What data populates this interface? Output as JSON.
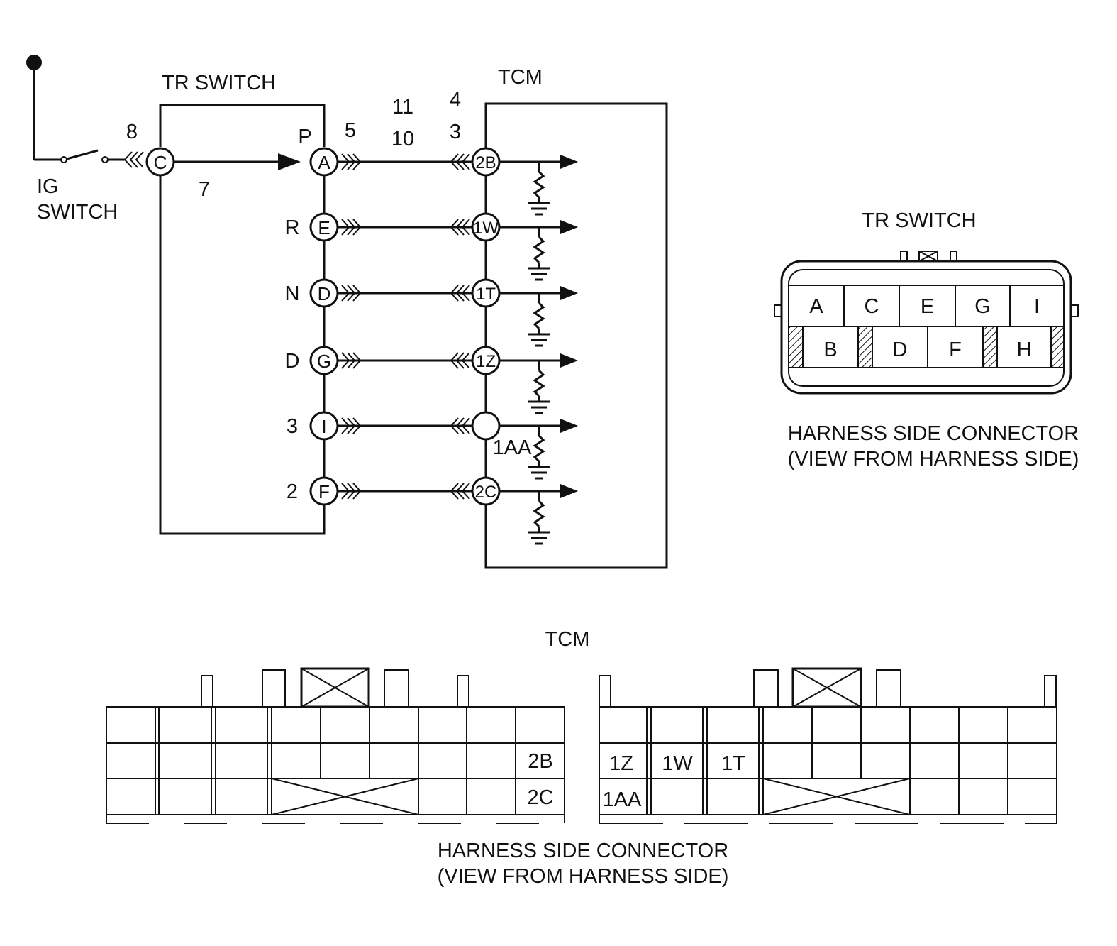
{
  "schematic": {
    "tr_switch_title": "TR SWITCH",
    "tcm_title": "TCM",
    "ig_switch_label": [
      "IG",
      "SWITCH"
    ],
    "tr_input_terminal": "C",
    "step_callouts": {
      "c8": "8",
      "c7": "7",
      "c5": "5",
      "c11": "11",
      "c10": "10",
      "c4": "4",
      "c3": "3"
    },
    "positions": [
      {
        "range": "P",
        "tr_terminal": "A",
        "tcm_terminal": "2B"
      },
      {
        "range": "R",
        "tr_terminal": "E",
        "tcm_terminal": "1W"
      },
      {
        "range": "N",
        "tr_terminal": "D",
        "tcm_terminal": "1T"
      },
      {
        "range": "D",
        "tr_terminal": "G",
        "tcm_terminal": "1Z"
      },
      {
        "range": "3",
        "tr_terminal": "I",
        "tcm_terminal": "1AA"
      },
      {
        "range": "2",
        "tr_terminal": "F",
        "tcm_terminal": "2C"
      }
    ]
  },
  "tr_connector": {
    "title": "TR SWITCH",
    "top_row": [
      "A",
      "C",
      "E",
      "G",
      "I"
    ],
    "bottom_row": [
      "B",
      "D",
      "F",
      "H"
    ],
    "caption": [
      "HARNESS SIDE CONNECTOR",
      "(VIEW FROM HARNESS SIDE)"
    ]
  },
  "tcm_connector": {
    "title": "TCM",
    "left_block": {
      "row2_label": "2B",
      "row3_label": "2C"
    },
    "right_block": {
      "row2_labels": [
        "1Z",
        "1W",
        "1T"
      ],
      "row3_label": "1AA"
    },
    "caption": [
      "HARNESS SIDE CONNECTOR",
      "(VIEW FROM HARNESS SIDE)"
    ]
  }
}
